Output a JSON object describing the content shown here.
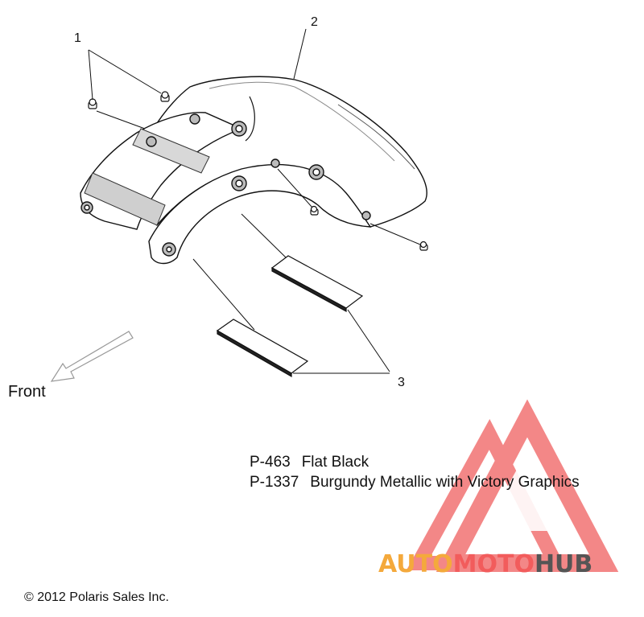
{
  "callouts": {
    "c1": "1",
    "c2": "2",
    "c3": "3"
  },
  "front_label": "Front",
  "paint_codes": [
    {
      "code": "P-463",
      "description": "Flat Black"
    },
    {
      "code": "P-1337",
      "description": "Burgundy Metallic with Victory Graphics"
    }
  ],
  "copyright": "© 2012 Polaris Sales Inc.",
  "watermark": {
    "part1": "AUTO",
    "part2": "MOTO",
    "part3": "HUB",
    "colors": {
      "auto": "#f4a93c",
      "moto": "#f25c5c",
      "hub": "#555555",
      "emblem": "#f06060"
    }
  }
}
